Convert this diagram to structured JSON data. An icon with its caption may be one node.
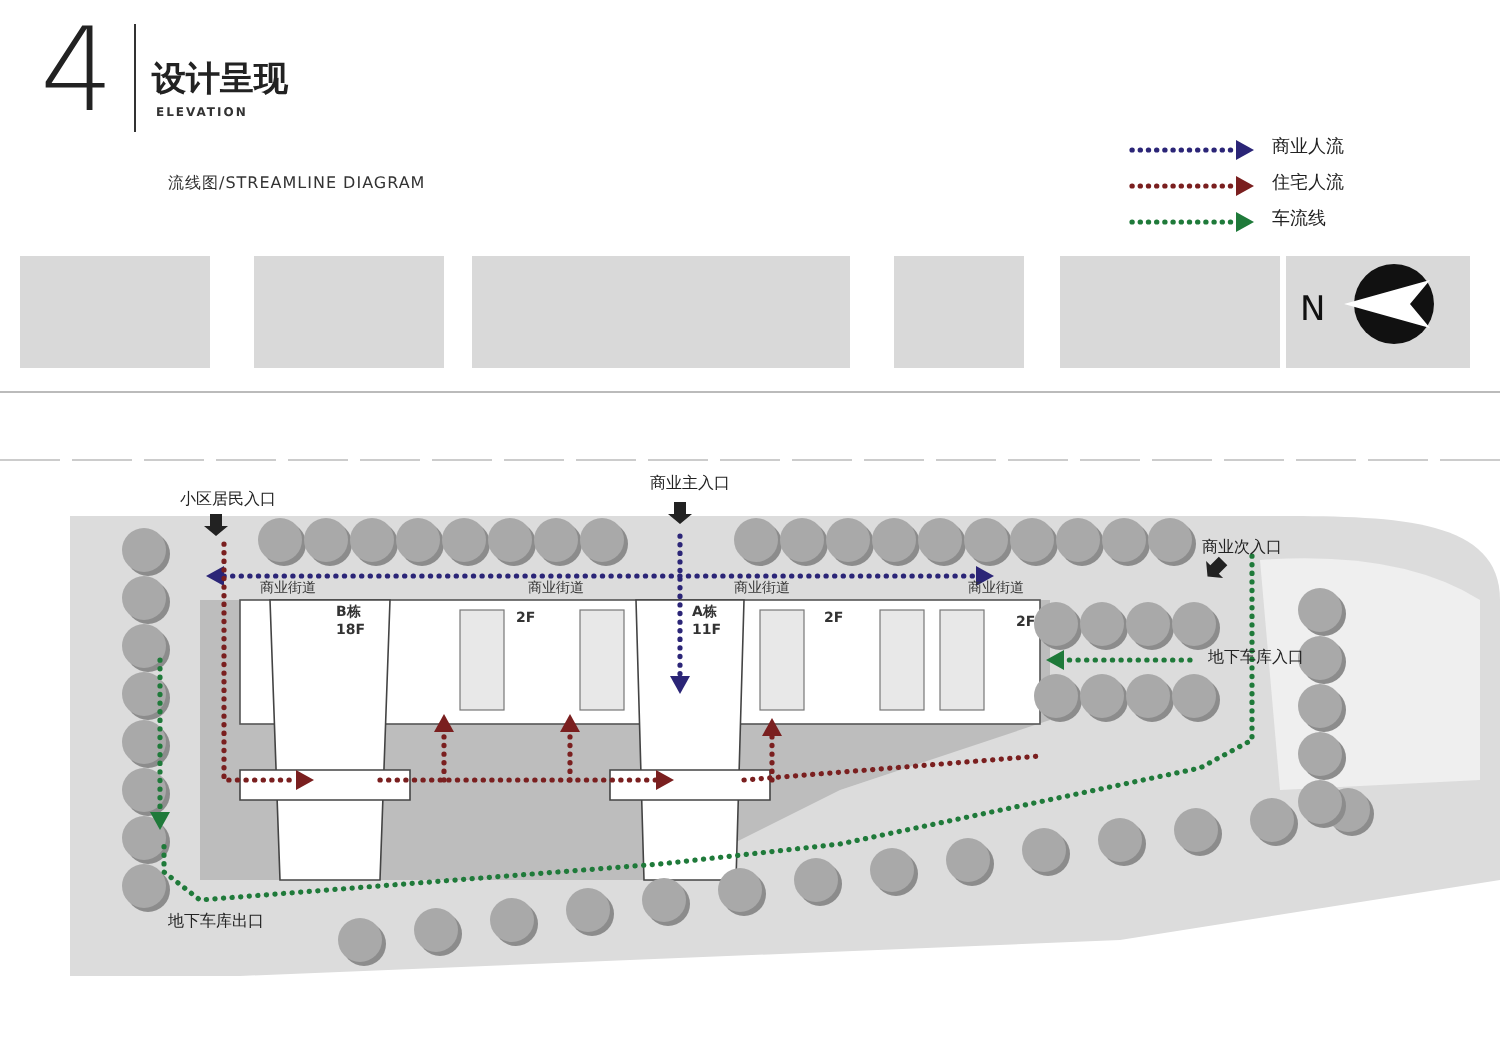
{
  "diagram": {
    "title": "设计呈现",
    "labels": [
      "4",
      "ELEVATION",
      "流线图/STREAMLINE DIAGRAM",
      "N",
      "小区居民入口",
      "商业主入口",
      "商业次入口",
      "商业街道",
      "商业街道",
      "商业街道",
      "商业街道",
      "B栋 18F",
      "2F",
      "A栋 11F",
      "2F",
      "2F",
      "地下车库入口",
      "地下车库出口"
    ],
    "legend": [
      {
        "text": "商业人流",
        "color": "#2b2577"
      },
      {
        "text": "住宅人流",
        "color": "#7a1f1f"
      },
      {
        "text": "车流线",
        "color": "#1f7a3a"
      }
    ]
  }
}
